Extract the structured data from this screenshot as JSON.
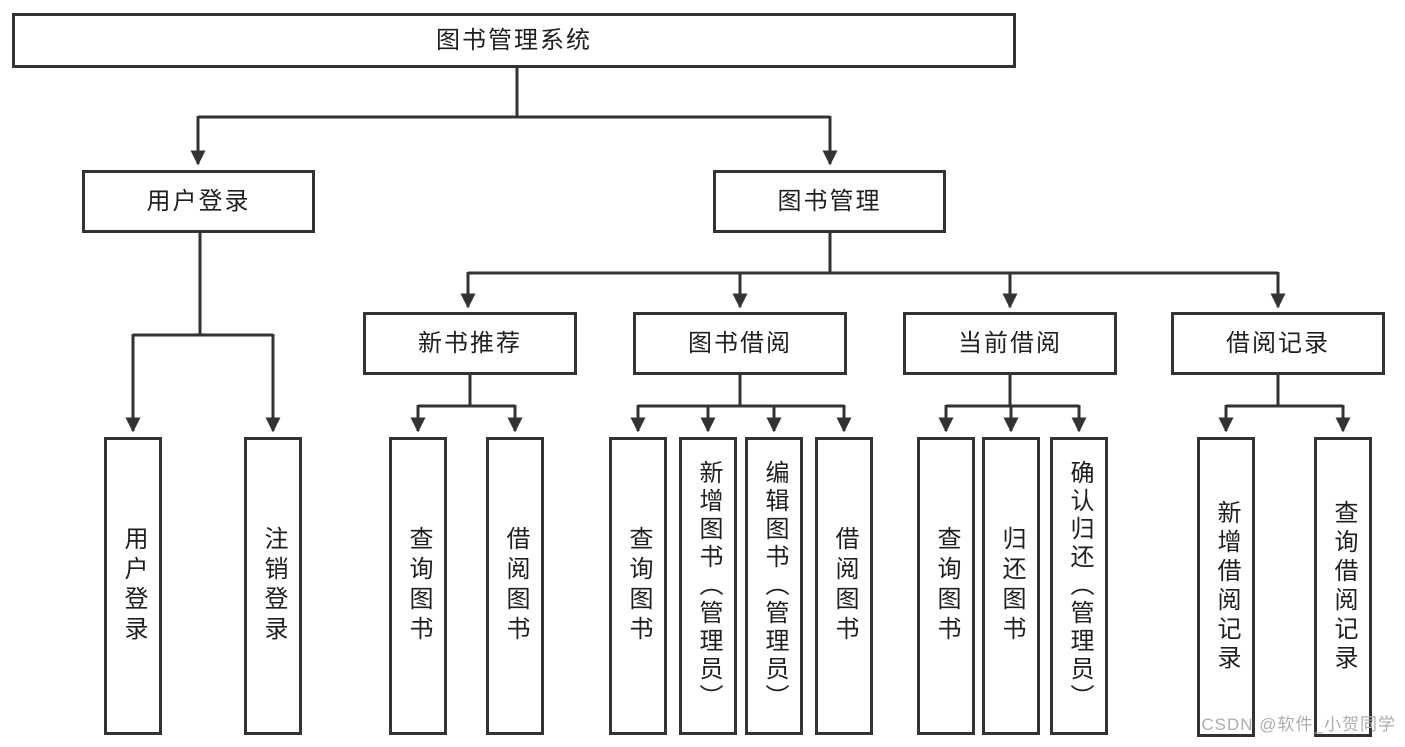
{
  "tree": {
    "root": {
      "label": "图书管理系统",
      "children": [
        {
          "label": "用户登录",
          "children": [
            {
              "label": "用户登录"
            },
            {
              "label": "注销登录"
            }
          ]
        },
        {
          "label": "图书管理",
          "children": [
            {
              "label": "新书推荐",
              "children": [
                {
                  "label": "查询图书"
                },
                {
                  "label": "借阅图书"
                }
              ]
            },
            {
              "label": "图书借阅",
              "children": [
                {
                  "label": "查询图书"
                },
                {
                  "label": "新增图书（管理员）"
                },
                {
                  "label": "编辑图书（管理员）"
                },
                {
                  "label": "借阅图书"
                }
              ]
            },
            {
              "label": "当前借阅",
              "children": [
                {
                  "label": "查询图书"
                },
                {
                  "label": "归还图书"
                },
                {
                  "label": "确认归还（管理员）"
                }
              ]
            },
            {
              "label": "借阅记录",
              "children": [
                {
                  "label": "新增借阅记录"
                },
                {
                  "label": "查询借阅记录"
                }
              ]
            }
          ]
        }
      ]
    }
  },
  "watermark": {
    "text": "CSDN @软件_小贺同学"
  },
  "colors": {
    "line": "#333333",
    "text": "#1f1f1f",
    "watermark": "#adadad",
    "background": "#ffffff"
  }
}
